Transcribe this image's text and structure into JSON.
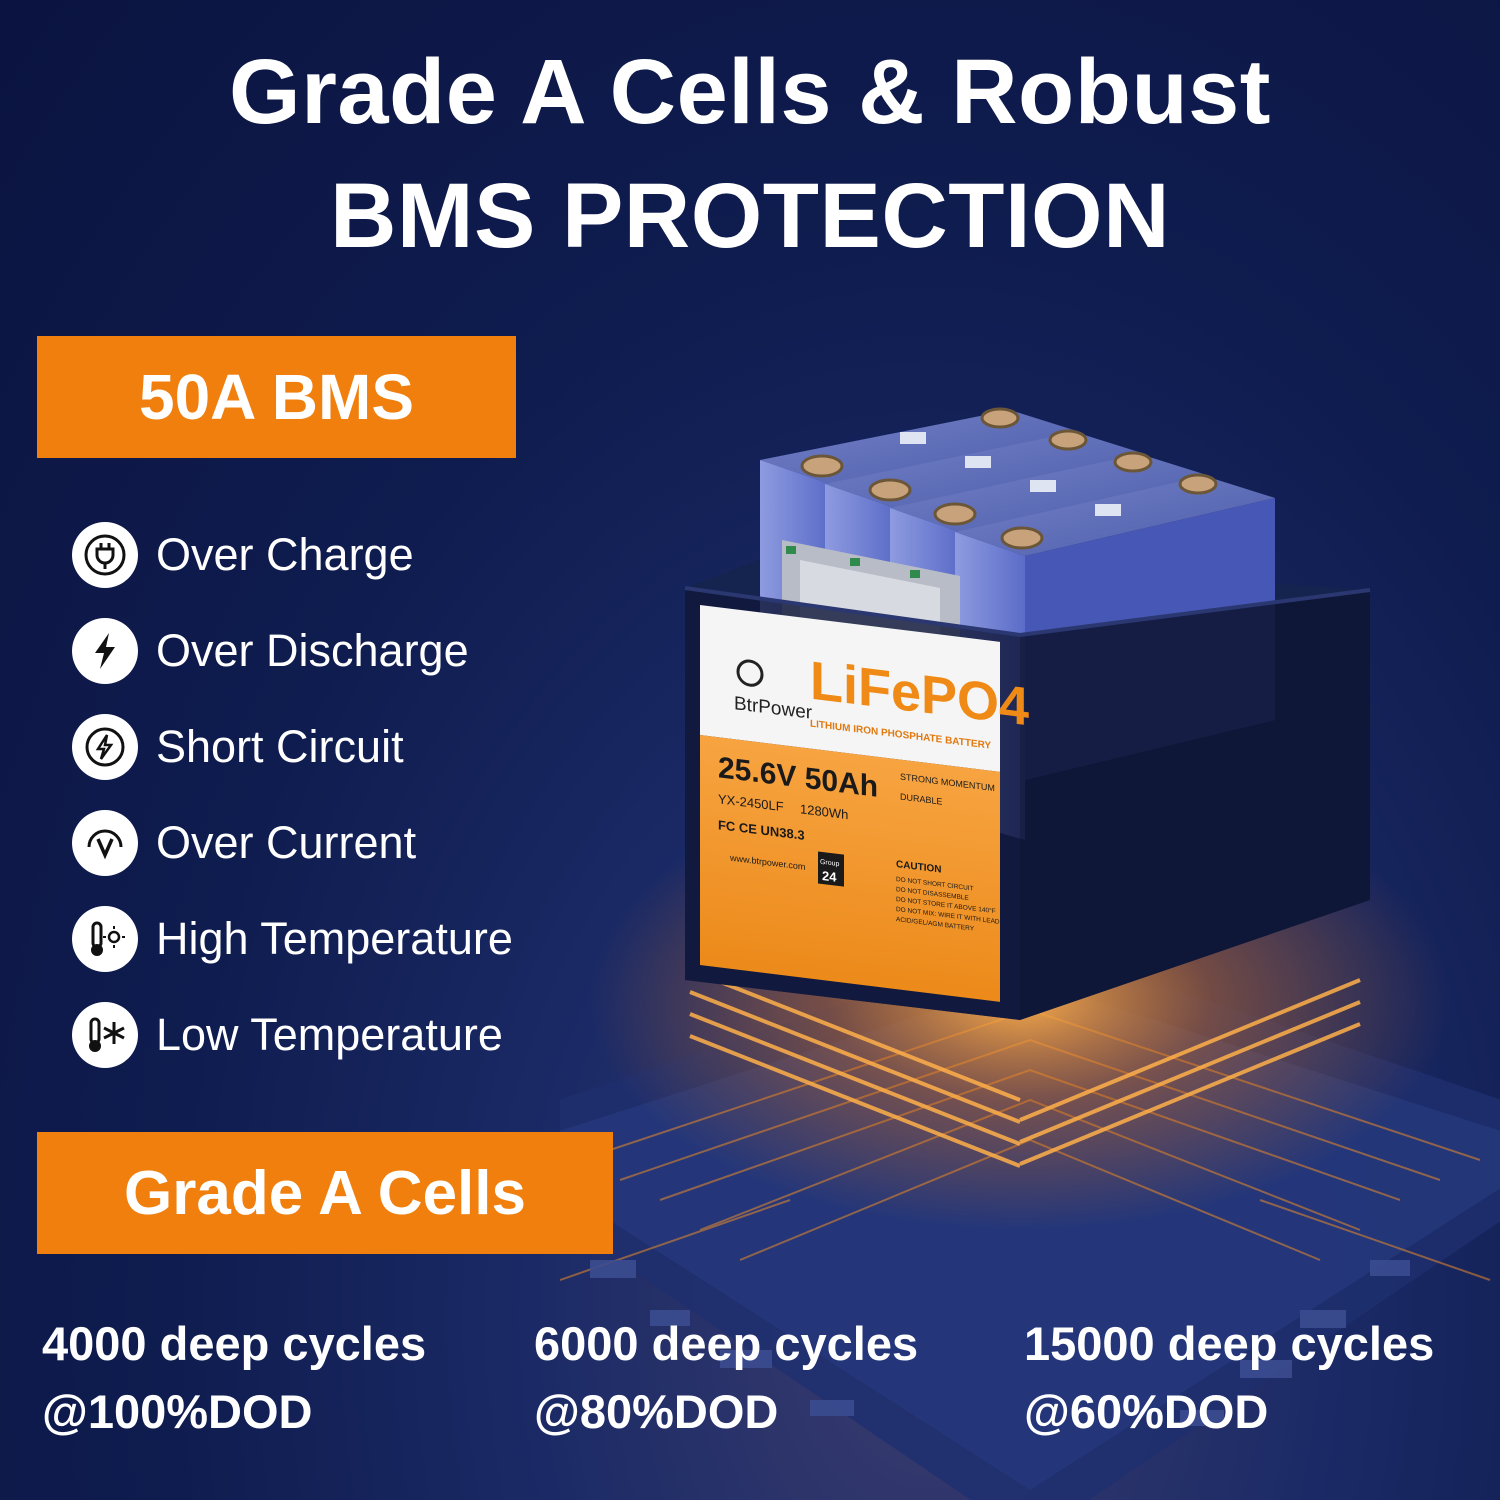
{
  "header": {
    "title_line1": "Grade A Cells & Robust",
    "title_line2": "BMS PROTECTION"
  },
  "bms": {
    "banner": "50A BMS",
    "features": [
      {
        "icon": "plug-icon",
        "label": "Over Charge"
      },
      {
        "icon": "lightning-icon",
        "label": "Over Discharge"
      },
      {
        "icon": "short-circuit-icon",
        "label": "Short Circuit"
      },
      {
        "icon": "gauge-icon",
        "label": "Over Current"
      },
      {
        "icon": "thermometer-sun-icon",
        "label": "High Temperature"
      },
      {
        "icon": "thermometer-snowflake-icon",
        "label": "Low Temperature"
      }
    ]
  },
  "cells": {
    "banner": "Grade A Cells",
    "cycles": [
      {
        "count": "4000 deep cycles",
        "dod": "@100%DOD"
      },
      {
        "count": "6000 deep cycles",
        "dod": "@80%DOD"
      },
      {
        "count": "15000 deep cycles",
        "dod": "@60%DOD"
      }
    ]
  },
  "product_label": {
    "brand": "BtrPower",
    "chemistry": "LiFePO4",
    "subtitle": "LITHIUM IRON PHOSPHATE BATTERY",
    "rating": "25.6V 50Ah",
    "model": "YX-2450LF",
    "energy": "1280Wh",
    "certs": "FC CE UN38.3",
    "website": "www.btrpower.com",
    "group_word": "Group",
    "group_num": "24",
    "feature_1": "STRONG MOMENTUM",
    "feature_2": "DURABLE",
    "caution_title": "CAUTION",
    "caution_1": "DO NOT SHORT CIRCUIT",
    "caution_2": "DO NOT DISASSEMBLE",
    "caution_3": "DO NOT STORE IT ABOVE 140°F",
    "caution_4": "DO NOT MIX: WIRE IT WITH LEAD",
    "caution_5": "ACID/GEL/AGM BATTERY"
  },
  "colors": {
    "accent_orange": "#f07f0e",
    "background_navy": "#0f1c4f",
    "text_white": "#ffffff",
    "cell_blue": "#5a6fd0"
  }
}
